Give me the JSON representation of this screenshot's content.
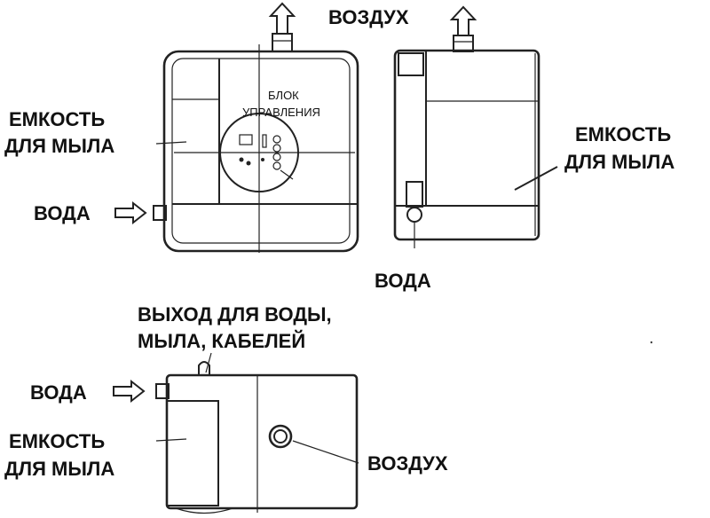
{
  "labels": {
    "air_top": "ВОЗДУХ",
    "soap_container_left": [
      "ЕМКОСТЬ",
      "ДЛЯ МЫЛА"
    ],
    "water_left": "ВОДА",
    "control_unit": [
      "БЛОК",
      "УПРАВЛЕНИЯ"
    ],
    "soap_container_right": [
      "ЕМКОСТЬ",
      "ДЛЯ МЫЛА"
    ],
    "water_right": "ВОДА",
    "outlet": [
      "ВЫХОД ДЛЯ ВОДЫ,",
      "МЫЛА, КАБЕЛЕЙ"
    ],
    "water_bottom": "ВОДА",
    "soap_container_bottom": [
      "ЕМКОСТЬ",
      "ДЛЯ МЫЛА"
    ],
    "air_bottom": "ВОЗДУХ"
  },
  "colors": {
    "stroke": "#222222",
    "text": "#111111",
    "background": "#ffffff"
  }
}
